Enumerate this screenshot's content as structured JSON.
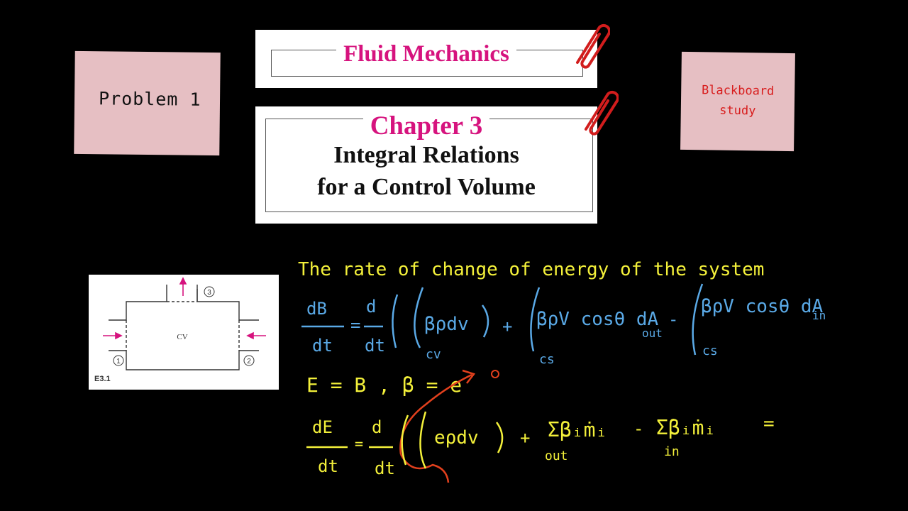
{
  "notes": {
    "left": "Problem 1",
    "right": "Blackboard\nstudy"
  },
  "cards": {
    "title": "Fluid Mechanics",
    "chapter": "Chapter 3",
    "subtitle_line1": "Integral Relations",
    "subtitle_line2": "for a Control Volume"
  },
  "figure": {
    "label": "E3.1",
    "cv_label": "CV",
    "ports": [
      "1",
      "2",
      "3"
    ]
  },
  "board": {
    "line1": "The rate of change of energy of the system",
    "eq1_lhs_num": "dB",
    "eq1_lhs_den": "dt",
    "eq1_rhs_a": "βρdv",
    "eq1_rhs_b": "βρV cosθ dA",
    "eq1_sub_out": "out",
    "eq1_rhs_c": "βρV cosθ dA",
    "eq1_sub_in": "in",
    "eq1_sub_cv": "cv",
    "eq1_sub_cs": "cs",
    "line3": "E = B ,  β = e",
    "eq2_lhs_num": "dE",
    "eq2_lhs_den": "dt",
    "eq2_rhs_a": "eρdv",
    "eq2_rhs_b": "Σβᵢṁᵢ",
    "eq2_sub_out": "out",
    "eq2_rhs_c": "Σβᵢṁᵢ",
    "eq2_sub_in": "in",
    "eq2_eq": "="
  },
  "colors": {
    "yellow": "#f3f03a",
    "blue": "#5aa9e6",
    "red": "#e2401d",
    "magenta": "#d6137e"
  }
}
